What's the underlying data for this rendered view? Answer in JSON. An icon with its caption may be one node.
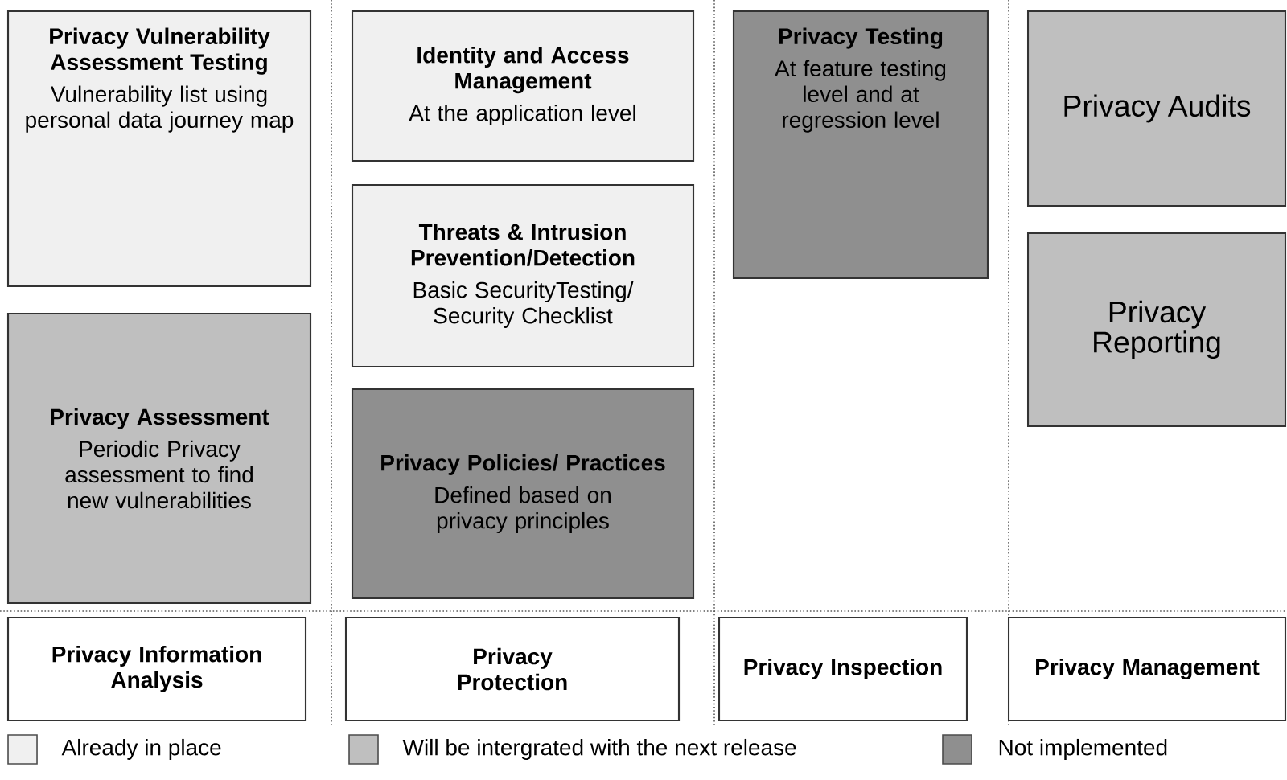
{
  "diagram": {
    "nodes": [
      {
        "text": [
          "Privacy Vulnerability Assessment Testing",
          "Vulnerability list using personal data journey map"
        ]
      },
      {
        "text": [
          "Privacy Assessment",
          "Periodic Privacy assessment to find new vulnerabilities"
        ]
      },
      {
        "text": [
          "Identity and Access Management",
          "At the application level"
        ]
      },
      {
        "text": [
          "Threats & Intrusion Prevention/Detection",
          "Basic SecurityTesting/ Security Checklist"
        ]
      },
      {
        "text": [
          "Privacy Policies/ Practices",
          "Defined based on privacy principles"
        ]
      },
      {
        "text": [
          "Privacy Testing",
          "At feature testing level and at regression level"
        ]
      },
      {
        "text": [
          "Privacy Audits"
        ]
      },
      {
        "text": [
          "Privacy Reporting"
        ]
      },
      {
        "text": [
          "Privacy Information Analysis"
        ]
      },
      {
        "text": [
          "Privacy Protection"
        ]
      },
      {
        "text": [
          "Privacy Inspection"
        ]
      },
      {
        "text": [
          "Privacy Management"
        ]
      }
    ],
    "legend": [
      {
        "text": "Already in place",
        "color": "#f0f0f0"
      },
      {
        "text": "Will be intergrated with the next release",
        "color": "#bfbfbf"
      },
      {
        "text": "Not implemented",
        "color": "#8f8f8f"
      }
    ]
  }
}
